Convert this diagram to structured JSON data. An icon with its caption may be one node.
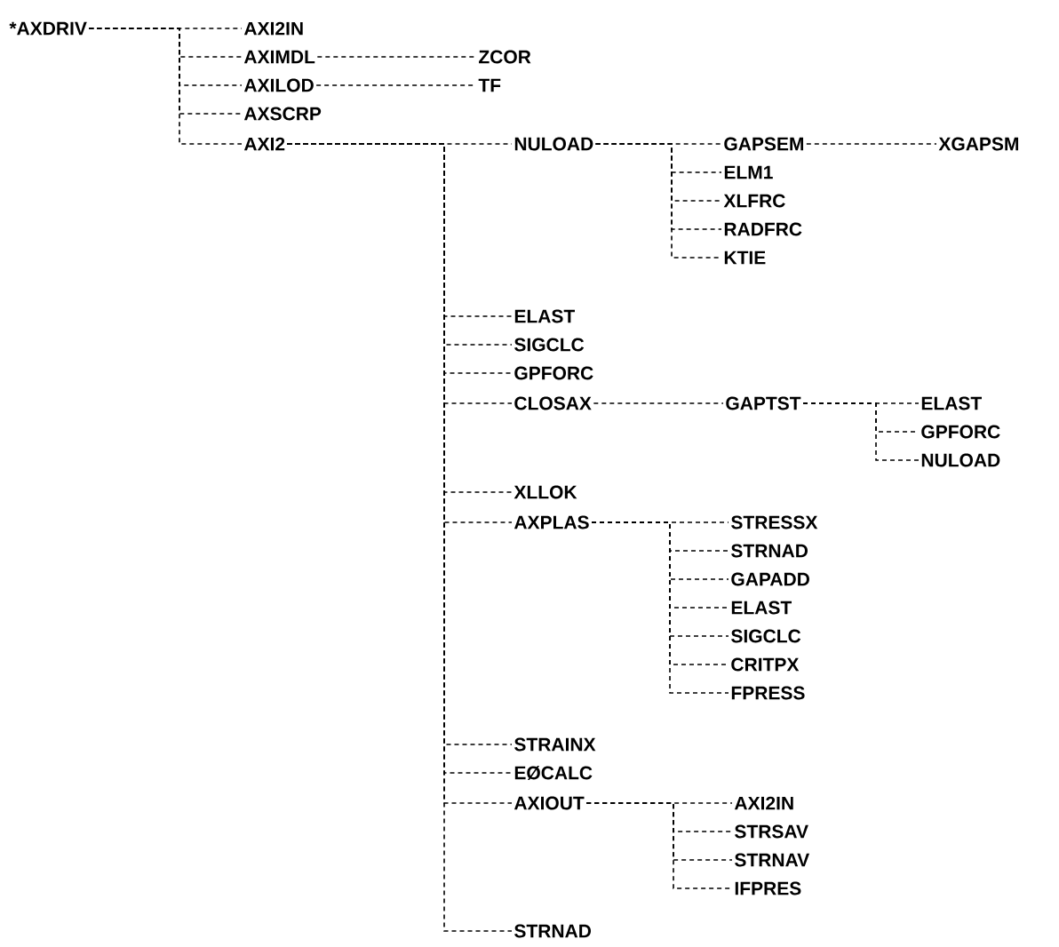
{
  "diagram": {
    "nodes": [
      {
        "text": [
          "*AXDRIV"
        ]
      },
      {
        "text": [
          "AXI2IN"
        ]
      },
      {
        "text": [
          "AXIMDL"
        ]
      },
      {
        "text": [
          "ZCOR"
        ]
      },
      {
        "text": [
          "AXILOD"
        ]
      },
      {
        "text": [
          "TF"
        ]
      },
      {
        "text": [
          "AXSCRP"
        ]
      },
      {
        "text": [
          "AXI2"
        ]
      },
      {
        "text": [
          "NULOAD"
        ]
      },
      {
        "text": [
          "GAPSEM"
        ]
      },
      {
        "text": [
          "XGAPSM"
        ]
      },
      {
        "text": [
          "ELM1"
        ]
      },
      {
        "text": [
          "XLFRC"
        ]
      },
      {
        "text": [
          "RADFRC"
        ]
      },
      {
        "text": [
          "KTIE"
        ]
      },
      {
        "text": [
          "ELAST"
        ]
      },
      {
        "text": [
          "SIGCLC"
        ]
      },
      {
        "text": [
          "GPFORC"
        ]
      },
      {
        "text": [
          "CLOSAX"
        ]
      },
      {
        "text": [
          "GAPTST"
        ]
      },
      {
        "text": [
          "ELAST"
        ]
      },
      {
        "text": [
          "GPFORC"
        ]
      },
      {
        "text": [
          "NULOAD"
        ]
      },
      {
        "text": [
          "XLLOK"
        ]
      },
      {
        "text": [
          "AXPLAS"
        ]
      },
      {
        "text": [
          "STRESSX"
        ]
      },
      {
        "text": [
          "STRNAD"
        ]
      },
      {
        "text": [
          "GAPADD"
        ]
      },
      {
        "text": [
          "ELAST"
        ]
      },
      {
        "text": [
          "SIGCLC"
        ]
      },
      {
        "text": [
          "CRITPX"
        ]
      },
      {
        "text": [
          "FPRESS"
        ]
      },
      {
        "text": [
          "STRAINX"
        ]
      },
      {
        "text": [
          "EØCALC"
        ]
      },
      {
        "text": [
          "AXIOUT"
        ]
      },
      {
        "text": [
          "AXI2IN"
        ]
      },
      {
        "text": [
          "STRSAV"
        ]
      },
      {
        "text": [
          "STRNAV"
        ]
      },
      {
        "text": [
          "IFPRES"
        ]
      },
      {
        "text": [
          "STRNAD"
        ]
      }
    ],
    "edges": [
      {
        "from": 0,
        "to": 1,
        "arrow": "none"
      },
      {
        "from": 0,
        "to": 2,
        "arrow": "none"
      },
      {
        "from": 0,
        "to": 4,
        "arrow": "none"
      },
      {
        "from": 0,
        "to": 6,
        "arrow": "none"
      },
      {
        "from": 0,
        "to": 7,
        "arrow": "none"
      },
      {
        "from": 2,
        "to": 3,
        "arrow": "none"
      },
      {
        "from": 4,
        "to": 5,
        "arrow": "none"
      },
      {
        "from": 7,
        "to": 8,
        "arrow": "none"
      },
      {
        "from": 8,
        "to": 9,
        "arrow": "none"
      },
      {
        "from": 9,
        "to": 10,
        "arrow": "none"
      },
      {
        "from": 8,
        "to": 11,
        "arrow": "none"
      },
      {
        "from": 8,
        "to": 12,
        "arrow": "none"
      },
      {
        "from": 8,
        "to": 13,
        "arrow": "none"
      },
      {
        "from": 8,
        "to": 14,
        "arrow": "none"
      },
      {
        "from": 7,
        "to": 15,
        "arrow": "none"
      },
      {
        "from": 7,
        "to": 16,
        "arrow": "none"
      },
      {
        "from": 7,
        "to": 17,
        "arrow": "none"
      },
      {
        "from": 7,
        "to": 18,
        "arrow": "none"
      },
      {
        "from": 18,
        "to": 19,
        "arrow": "none"
      },
      {
        "from": 19,
        "to": 20,
        "arrow": "none"
      },
      {
        "from": 19,
        "to": 21,
        "arrow": "none"
      },
      {
        "from": 19,
        "to": 22,
        "arrow": "none"
      },
      {
        "from": 7,
        "to": 23,
        "arrow": "none"
      },
      {
        "from": 7,
        "to": 24,
        "arrow": "none"
      },
      {
        "from": 24,
        "to": 25,
        "arrow": "none"
      },
      {
        "from": 24,
        "to": 26,
        "arrow": "none"
      },
      {
        "from": 24,
        "to": 27,
        "arrow": "none"
      },
      {
        "from": 24,
        "to": 28,
        "arrow": "none"
      },
      {
        "from": 24,
        "to": 29,
        "arrow": "none"
      },
      {
        "from": 24,
        "to": 30,
        "arrow": "none"
      },
      {
        "from": 24,
        "to": 31,
        "arrow": "none"
      },
      {
        "from": 7,
        "to": 32,
        "arrow": "none"
      },
      {
        "from": 7,
        "to": 33,
        "arrow": "none"
      },
      {
        "from": 7,
        "to": 34,
        "arrow": "none"
      },
      {
        "from": 34,
        "to": 35,
        "arrow": "none"
      },
      {
        "from": 34,
        "to": 36,
        "arrow": "none"
      },
      {
        "from": 34,
        "to": 37,
        "arrow": "none"
      },
      {
        "from": 34,
        "to": 38,
        "arrow": "none"
      },
      {
        "from": 7,
        "to": 39,
        "arrow": "none"
      }
    ]
  }
}
